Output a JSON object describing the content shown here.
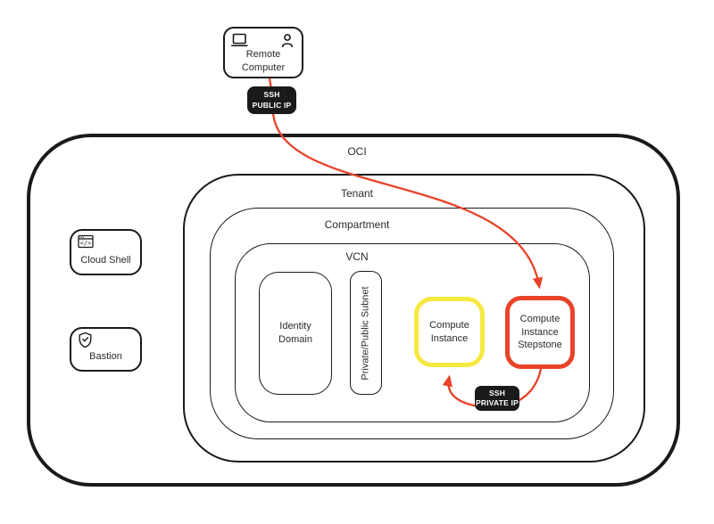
{
  "containers": {
    "oci": {
      "label": "OCI"
    },
    "tenant": {
      "label": "Tenant"
    },
    "compartment": {
      "label": "Compartment"
    },
    "vcn": {
      "label": "VCN"
    }
  },
  "nodes": {
    "remote_computer": {
      "label": "Remote Computer"
    },
    "cloud_shell": {
      "label": "Cloud Shell"
    },
    "bastion": {
      "label": "Bastion"
    },
    "identity_domain": {
      "label": "Identity Domain"
    },
    "subnet": {
      "label": "Private/Public Subnet"
    },
    "compute_instance": {
      "label": "Compute Instance"
    },
    "stepstone": {
      "label": "Compute Instance Stepstone"
    }
  },
  "badges": {
    "ssh_public": {
      "line1": "SSH",
      "line2": "PUBLIC IP"
    },
    "ssh_private": {
      "line1": "SSH",
      "line2": "PRIVATE IP"
    }
  },
  "icons": {
    "remote_computer": [
      "laptop-icon",
      "person-icon"
    ],
    "cloud_shell": "code-window-icon",
    "bastion": "shield-check-icon"
  },
  "connections": [
    {
      "from": "remote_computer",
      "via": "ssh_public",
      "to": "stepstone",
      "style": "red-curve-arrow"
    },
    {
      "from": "stepstone",
      "via": "ssh_private",
      "to": "compute_instance",
      "style": "red-curve-arrow"
    }
  ],
  "colors": {
    "arrow": "#e8432a",
    "stepstone_border": "#e8432a",
    "compute_instance_border": "#f7e840",
    "badge_background": "#1a1a1a",
    "badge_text": "#ffffff",
    "line": "#1a1a1a",
    "text": "#2b2b2b",
    "background": "#ffffff"
  }
}
